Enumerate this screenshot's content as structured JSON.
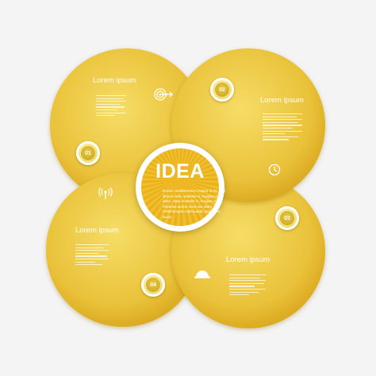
{
  "center": {
    "title": "IDEA",
    "text": "Donec condimentum magna id mi. Sed dictum velit, molestie in, feugiat ut, diam, vitae molestie in, feugiat ut. Vivamus auctor urna nec dolor. Pellentesque malesuada, sagittis et, lacus."
  },
  "sections": [
    {
      "number": "01",
      "label": "Lorem ipsum",
      "icon": "target-icon"
    },
    {
      "number": "02",
      "label": "Lorem ipsum",
      "icon": "clock-icon"
    },
    {
      "number": "03",
      "label": "Lorem ipsum",
      "icon": "helmet-icon"
    },
    {
      "number": "04",
      "label": "Lorem ipsum",
      "icon": "antenna-icon"
    }
  ],
  "colors": {
    "background": "#f4f4f4",
    "circle_light": "#f3d04a",
    "circle_dark": "#d9a619",
    "center": "#eab11a"
  }
}
